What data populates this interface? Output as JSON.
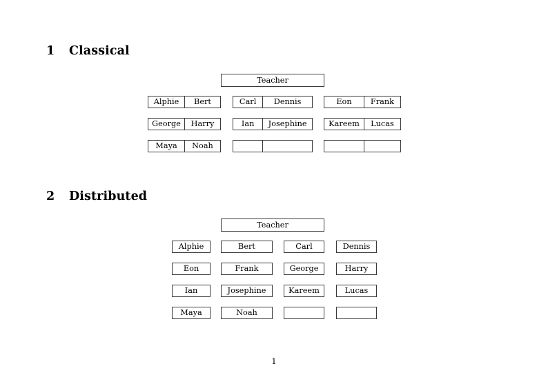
{
  "document": {
    "page_number": "1"
  },
  "sections": [
    {
      "number": "1",
      "title": "Classical",
      "layout": "grouped-pairs",
      "teacher_label": "Teacher",
      "groups": [
        {
          "rows": [
            {
              "left": "Alphie",
              "right": "Bert"
            },
            {
              "left": "George",
              "right": "Harry"
            },
            {
              "left": "Maya",
              "right": "Noah"
            }
          ]
        },
        {
          "rows": [
            {
              "left": "Carl",
              "right": "Dennis"
            },
            {
              "left": "Ian",
              "right": "Josephine"
            },
            {
              "left": "",
              "right": ""
            }
          ]
        },
        {
          "rows": [
            {
              "left": "Eon",
              "right": "Frank"
            },
            {
              "left": "Kareem",
              "right": "Lucas"
            },
            {
              "left": "",
              "right": ""
            }
          ]
        }
      ]
    },
    {
      "number": "2",
      "title": "Distributed",
      "layout": "individual-boxes",
      "teacher_label": "Teacher",
      "rows": [
        [
          "Alphie",
          "Bert",
          "Carl",
          "Dennis"
        ],
        [
          "Eon",
          "Frank",
          "George",
          "Harry"
        ],
        [
          "Ian",
          "Josephine",
          "Kareem",
          "Lucas"
        ],
        [
          "Maya",
          "Noah",
          "",
          ""
        ]
      ]
    }
  ]
}
